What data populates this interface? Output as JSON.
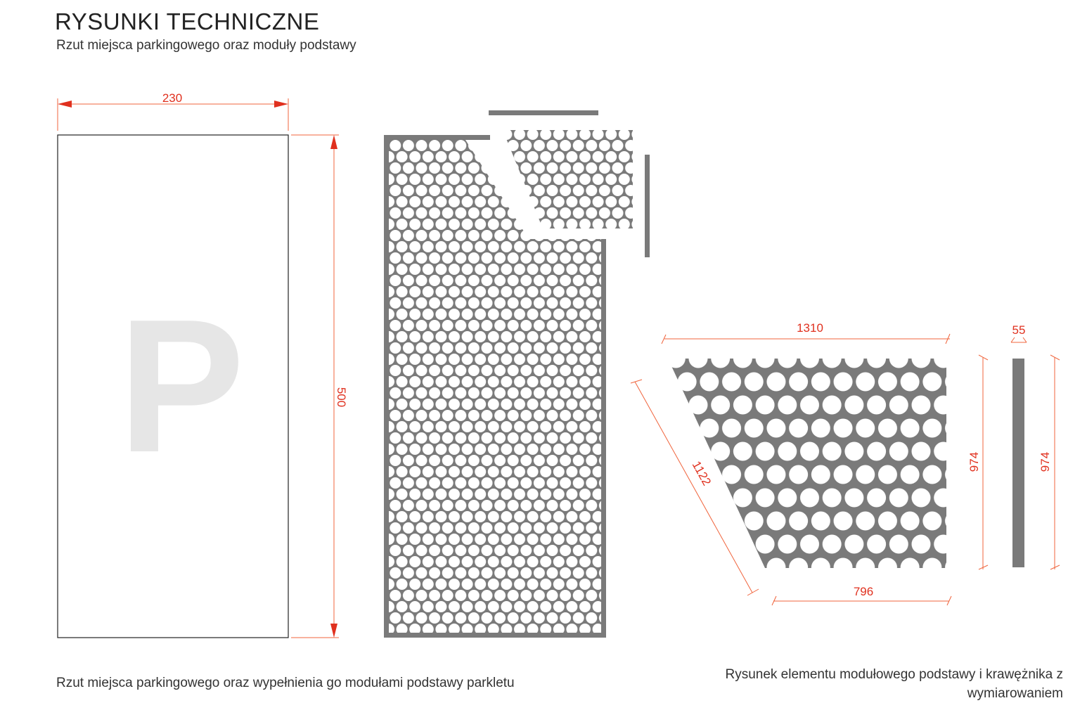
{
  "header": {
    "title": "RYSUNKI TECHNICZNE",
    "subtitle": "Rzut miejsca parkingowego oraz moduły podstawy"
  },
  "parking_plan": {
    "sign_letter": "P",
    "width_label": "230",
    "length_label": "500"
  },
  "module_element": {
    "top_width_label": "1310",
    "bottom_width_label": "796",
    "diagonal_label": "1122",
    "height_label": "974"
  },
  "curb_element": {
    "width_label": "55",
    "height_label": "974"
  },
  "captions": {
    "left": "Rzut miejsca parkingowego oraz wypełnienia go modułami podstawy parkletu",
    "right_line1": "Rysunek elementu modułowego podstawy i krawężnika z",
    "right_line2": "wymiarowaniem"
  },
  "colors": {
    "dimension": "#e0301e",
    "module": "#7a7a7a",
    "sign": "#e6e6e6"
  }
}
